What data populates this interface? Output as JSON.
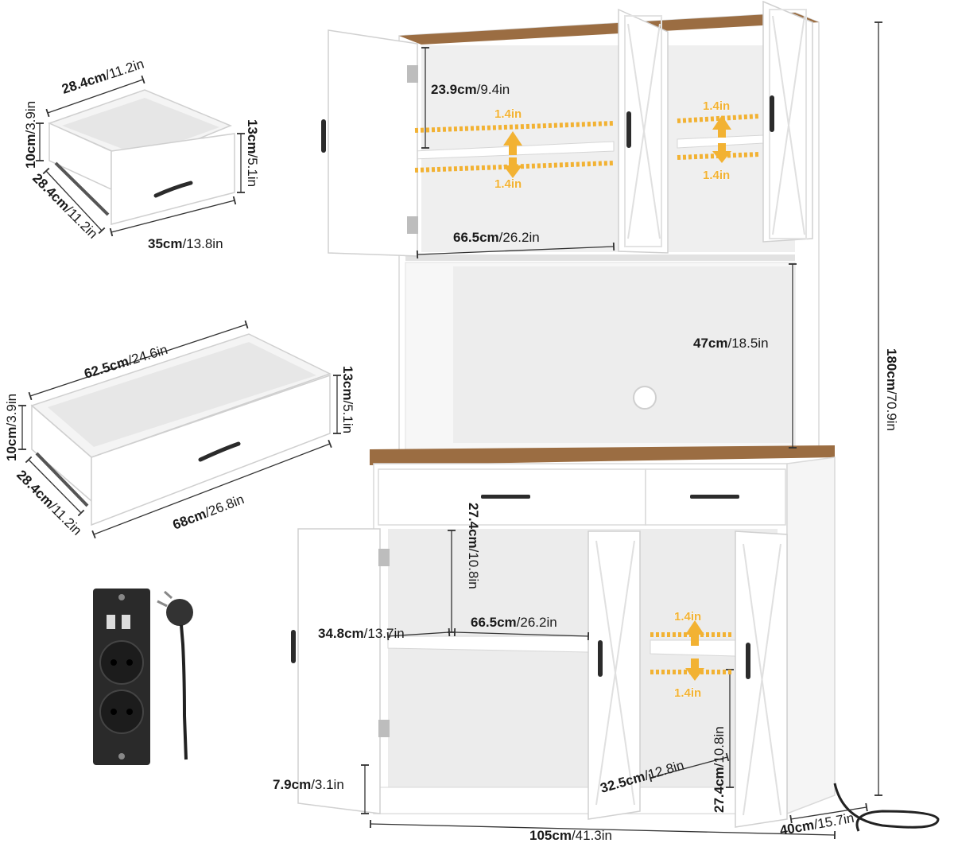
{
  "colors": {
    "panel": "#ffffff",
    "panel_edge": "#d9d9d9",
    "interior": "#ececec",
    "wood_top": "#9b6d42",
    "handle": "#2b2b2b",
    "accent": "#f2b233",
    "dim_line": "#333333",
    "outlet_body": "#2a2a2a"
  },
  "icons": {
    "power_outlet": "power-strip-icon",
    "plug": "eu-plug-icon",
    "usb": "usb-port-icon",
    "arrow": "double-arrow-icon"
  },
  "dimensions": {
    "small_drawer": {
      "depth_top": [
        "28.4cm",
        "/11.2in"
      ],
      "height_left": [
        "10cm",
        "/3.9in"
      ],
      "height_right": [
        "13cm",
        "/5.1in"
      ],
      "depth_side": [
        "28.4cm",
        "/11.2in"
      ],
      "width": [
        "35cm",
        "/13.8in"
      ]
    },
    "large_drawer": {
      "width_top": [
        "62.5cm",
        "/24.6in"
      ],
      "height_left": [
        "10cm",
        "/3.9in"
      ],
      "height_right": [
        "13cm",
        "/5.1in"
      ],
      "depth_side": [
        "28.4cm",
        "/11.2in"
      ],
      "width_front": [
        "68cm",
        "/26.8in"
      ]
    },
    "upper_cabinet": {
      "shelf_gap": [
        "23.9cm",
        "/9.4in"
      ],
      "inner_width": [
        "66.5cm",
        "/26.2in"
      ],
      "adjust_up_left": "1.4in",
      "adjust_down_left": "1.4in",
      "adjust_up_right": "1.4in",
      "adjust_down_right": "1.4in"
    },
    "microwave_bay": {
      "height": [
        "47cm",
        "/18.5in"
      ]
    },
    "lower_cabinet": {
      "compartment_height_left": [
        "27.4cm",
        "/10.8in"
      ],
      "depth_left": [
        "34.8cm",
        "/13.7in"
      ],
      "inner_width": [
        "66.5cm",
        "/26.2in"
      ],
      "adjust_up": "1.4in",
      "adjust_down": "1.4in",
      "compartment_height_right": [
        "27.4cm",
        "/10.8in"
      ],
      "right_width": [
        "32.5cm",
        "/12.8in"
      ],
      "toe_kick": [
        "7.9cm",
        "/3.1in"
      ]
    },
    "overall": {
      "height": [
        "180cm",
        "/70.9in"
      ],
      "width": [
        "105cm",
        "/41.3in"
      ],
      "depth": [
        "40cm",
        "/15.7in"
      ]
    }
  }
}
